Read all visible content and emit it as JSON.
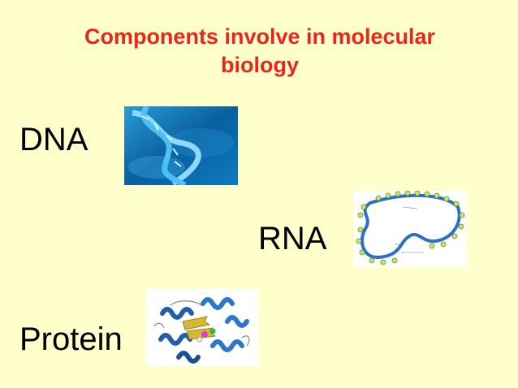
{
  "slide": {
    "title_line1": "Components involve in molecular",
    "title_line2": "biology",
    "items": [
      {
        "label": "DNA",
        "image_icon": "dna-double-helix-image"
      },
      {
        "label": "RNA",
        "image_icon": "rna-secondary-structure-diagram"
      },
      {
        "label": "Protein",
        "image_icon": "protein-ribbon-structure-image"
      }
    ]
  },
  "colors": {
    "background": "#ffffcc",
    "title": "#e8271a",
    "text": "#000000"
  }
}
